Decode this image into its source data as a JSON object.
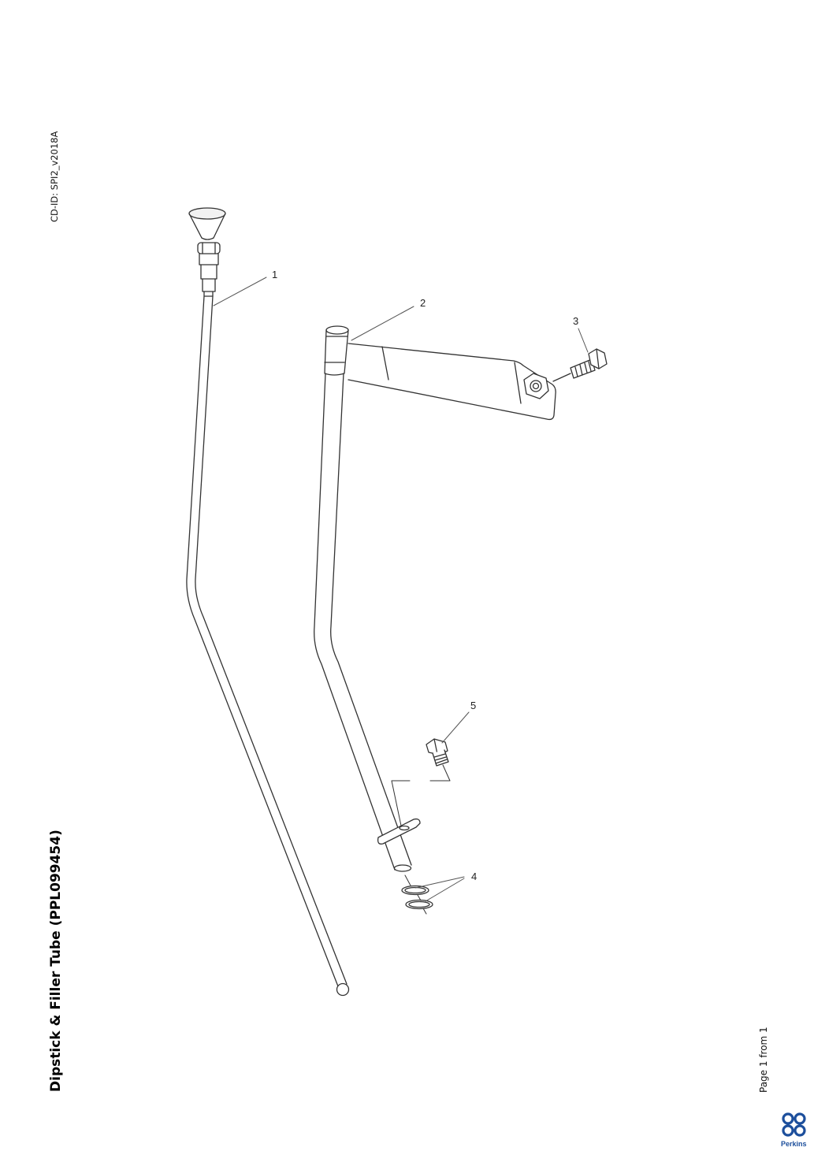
{
  "document": {
    "title": "Dipstick & Filler Tube (PPL099454)",
    "cd_id": "CD-ID: SPI2_v2018A",
    "page_info": "Page 1 from 1"
  },
  "callouts": [
    {
      "number": "1",
      "part": "dipstick"
    },
    {
      "number": "2",
      "part": "filler tube"
    },
    {
      "number": "3",
      "part": "bolt"
    },
    {
      "number": "4",
      "part": "o-rings"
    },
    {
      "number": "5",
      "part": "bolt"
    }
  ],
  "brand": {
    "name": "Perkins",
    "color": "#1d4f9c"
  },
  "colors": {
    "line": "#333333",
    "leader": "#555555"
  }
}
